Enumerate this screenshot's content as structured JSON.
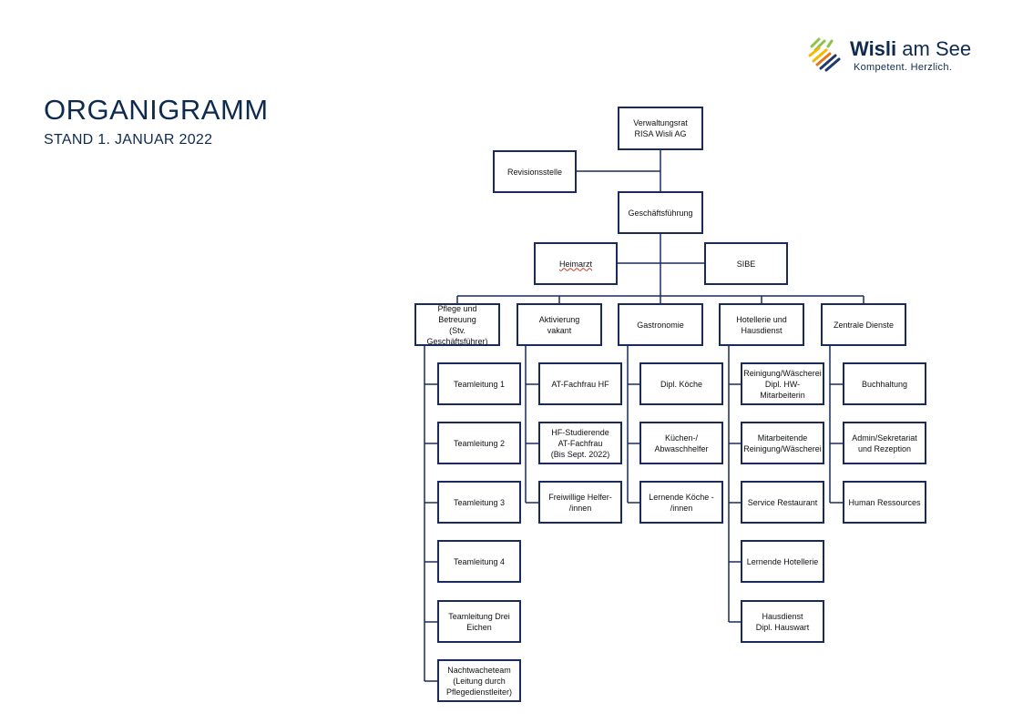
{
  "header": {
    "title": "ORGANIGRAMM",
    "subtitle": "STAND 1. JANUAR 2022"
  },
  "logo": {
    "name_bold": "Wisli",
    "name_rest": " am See",
    "tagline": "Kompetent. Herzlich.",
    "colors": [
      "#8bc34a",
      "#f5b800",
      "#e8731a",
      "#1f3a6b"
    ]
  },
  "top": {
    "board": "Verwaltungsrat\nRISA Wisli AG",
    "audit": "Revisionsstelle",
    "management": "Geschäftsführung",
    "doctor": "Heimarzt",
    "safety": "SIBE"
  },
  "departments": {
    "pflege": {
      "head": "Pflege und Betreuung\n(Stv. Geschäftsführer)",
      "items": [
        "Teamleitung 1",
        "Teamleitung 2",
        "Teamleitung 3",
        "Teamleitung 4",
        "Teamleitung Drei\nEichen",
        "Nachtwacheteam\n(Leitung durch\nPflegedienstleiter)"
      ]
    },
    "aktivierung": {
      "head": "Aktivierung\nvakant",
      "items": [
        "AT-Fachfrau HF",
        "HF-Studierende\nAT-Fachfrau\n(Bis Sept. 2022)",
        "Freiwillige Helfer-\n/innen"
      ]
    },
    "gastronomie": {
      "head": "Gastronomie",
      "items": [
        "Dipl. Köche",
        "Küchen-/\nAbwaschhelfer",
        "Lernende Köche -\n/innen"
      ]
    },
    "hotellerie": {
      "head": "Hotellerie und\nHausdienst",
      "items": [
        "Reinigung/Wäscherei\nDipl. HW-Mitarbeiterin",
        "Mitarbeitende\nReinigung/Wäscherei",
        "Service Restaurant",
        "Lernende Hotellerie",
        "Hausdienst\nDipl. Hauswart"
      ]
    },
    "zentral": {
      "head": "Zentrale Dienste",
      "items": [
        "Buchhaltung",
        "Admin/Sekretariat\nund Rezeption",
        "Human Ressources"
      ]
    }
  },
  "colors": {
    "line": "#1a2a5c",
    "title": "#0f2a4f"
  }
}
